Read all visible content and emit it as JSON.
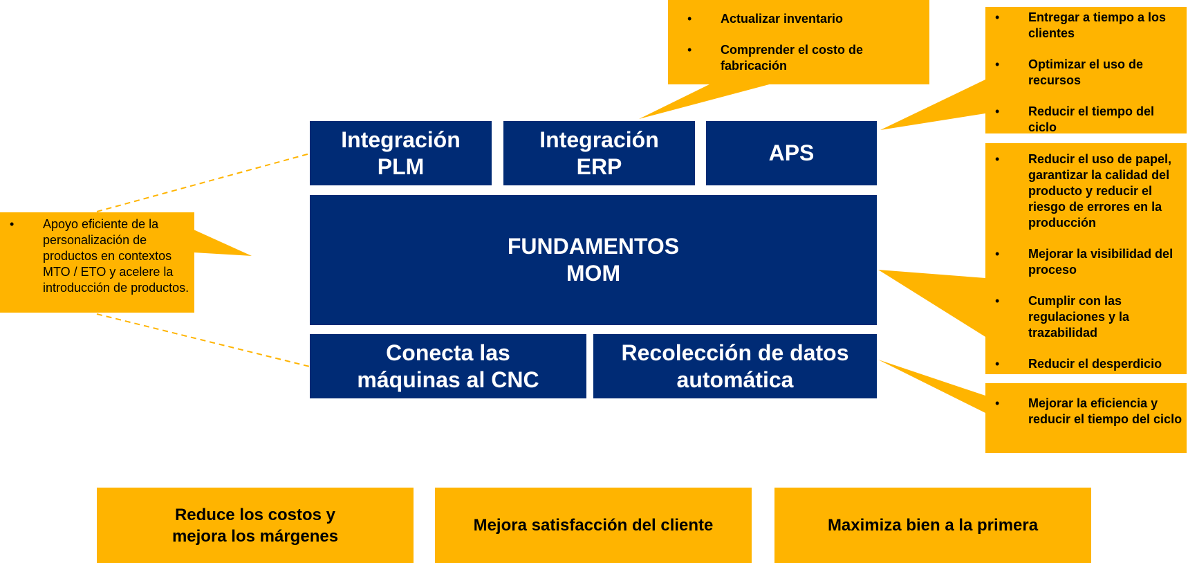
{
  "colors": {
    "navy": "#002b75",
    "amber": "#ffb400"
  },
  "blocks": {
    "plm": "Integración\nPLM",
    "erp": "Integración\nERP",
    "aps": "APS",
    "mom": "FUNDAMENTOS\nMOM",
    "cnc": "Conecta las\nmáquinas al CNC",
    "datos": "Recolección de datos\nautomática"
  },
  "callouts": {
    "erp": [
      "Actualizar inventario",
      "Comprender el costo de fabricación"
    ],
    "aps": [
      "Entregar a tiempo a los clientes",
      "Optimizar el uso de recursos",
      "Reducir el tiempo del ciclo"
    ],
    "mom": [
      "Reducir el uso de papel, garantizar la calidad del producto y reducir el riesgo de errores en la producción",
      "Mejorar la visibilidad del proceso",
      "Cumplir con las regulaciones y la trazabilidad",
      "Reducir el desperdicio"
    ],
    "datos": [
      "Mejorar la eficiencia y reducir el tiempo del ciclo"
    ],
    "plm": [
      "Apoyo eficiente de la personalización de productos en contextos MTO / ETO y acelere la introducción de productos."
    ]
  },
  "bullet_char": "•",
  "benefits": {
    "costos": "Reduce los costos y\nmejora los márgenes",
    "satisfaccion": "Mejora satisfacción del cliente",
    "primera": "Maximiza bien a la primera"
  }
}
